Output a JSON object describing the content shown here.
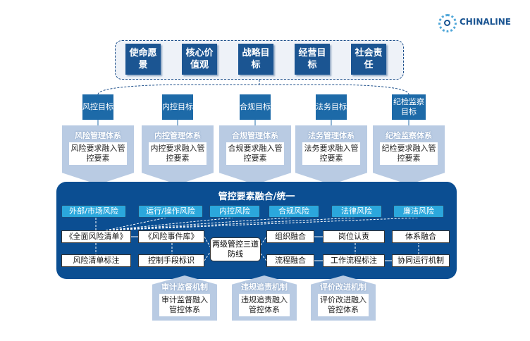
{
  "logo": {
    "text": "CHINALINE"
  },
  "values": [
    "使命愿景",
    "核心价值观",
    "战略目标",
    "经营目标",
    "社会责任"
  ],
  "goals": [
    "风控目标",
    "内控目标",
    "合规目标",
    "法务目标",
    "纪检监察目标"
  ],
  "systems": [
    {
      "title": "风险管理体系",
      "body": "风险要求融入管控要素"
    },
    {
      "title": "内控管理体系",
      "body": "内控要求融入管控要素"
    },
    {
      "title": "合规管理体系",
      "body": "合规要求融入管控要素"
    },
    {
      "title": "法务管理体系",
      "body": "法务要求融入管控要素"
    },
    {
      "title": "纪检监察体系",
      "body": "纪检要求融入管控要素"
    }
  ],
  "main": {
    "title": "管控要素融合/统一",
    "risks": [
      "外部/市场风险",
      "运行/操作风险",
      "内控风险",
      "合规风险",
      "法律风险",
      "廉洁风险"
    ],
    "row1": [
      "《全面风险清单》",
      "《风险事件库》",
      "组织融合",
      "岗位认责",
      "体系融合"
    ],
    "row2": [
      "风险清单标注",
      "控制手段标识",
      "流程融合",
      "工作流程标注",
      "协同运行机制"
    ],
    "center": "两级管控三道防线"
  },
  "mechanisms": [
    {
      "title": "审计监督机制",
      "body": "审计监督融入管控体系"
    },
    {
      "title": "违规追责机制",
      "body": "违规追责融入管控体系"
    },
    {
      "title": "评价改进机制",
      "body": "评价改进融入管控体系"
    }
  ],
  "colors": {
    "dark": "#0b4e92",
    "light": "#b9cbe3",
    "accent": "#2ba7dc"
  }
}
